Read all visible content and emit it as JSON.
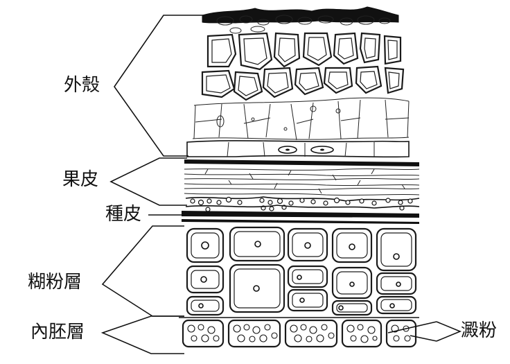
{
  "labels": {
    "husk": "外殼",
    "pericarp": "果皮",
    "seed_coat": "種皮",
    "aleurone": "糊粉層",
    "endosperm": "內胚層",
    "starch": "澱粉"
  }
}
